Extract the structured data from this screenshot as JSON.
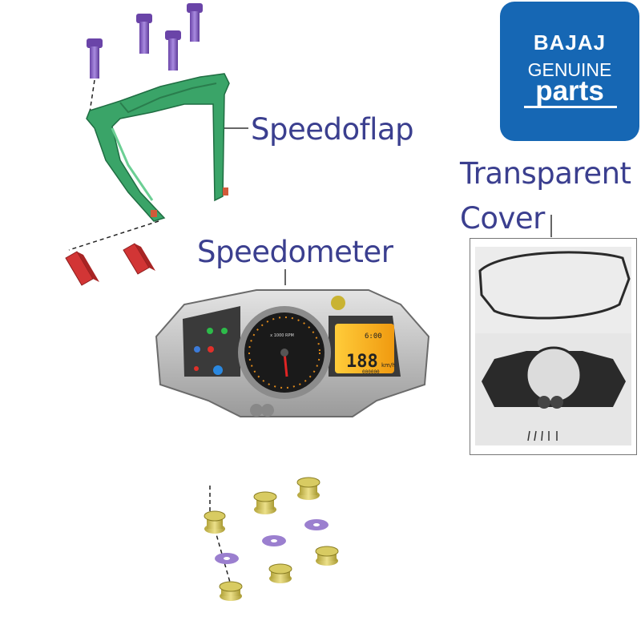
{
  "labels": {
    "speedoflap": "Speedoflap",
    "speedometer": "Speedometer",
    "transparent_cover_line1": "Transparent",
    "transparent_cover_line2": "Cover"
  },
  "logo": {
    "brand": "BAJAJ",
    "line2": "GENUINE",
    "line3": "parts",
    "background_color": "#1667b4"
  },
  "speedometer_display": {
    "speed": "188",
    "unit": "km/h",
    "rpm_label": "x 1000 RPM",
    "clock": "6:00",
    "odo": "000000"
  },
  "colors": {
    "label_text": "#3b3f8f",
    "speedoflap_part": "#3aa468",
    "bolt": "#7d56b8",
    "grommet": "#c9bb4c",
    "washer": "#9b7fcf",
    "damper": "#d23535",
    "display_amber": "#f2b21c"
  }
}
